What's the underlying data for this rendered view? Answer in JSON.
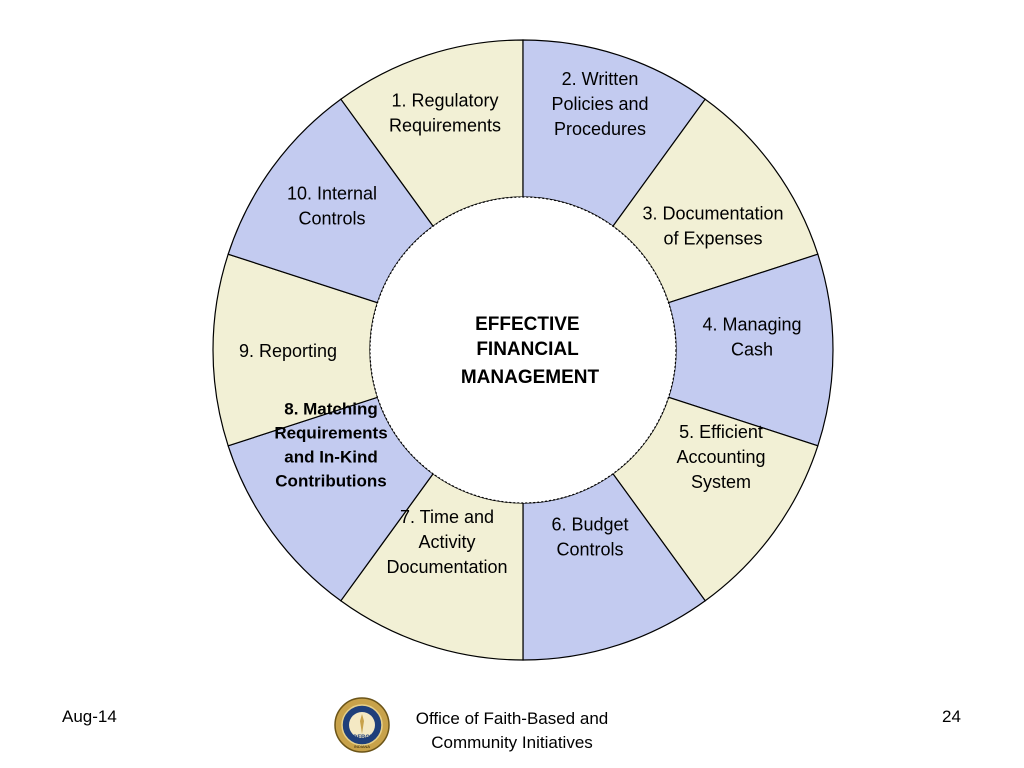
{
  "diagram": {
    "center_lines": [
      "EFFECTIVE",
      "FINANCIAL",
      "MANAGEMENT"
    ],
    "segments": [
      {
        "lines": [
          "1. Regulatory",
          "Requirements"
        ],
        "fill": "#f2f0d5",
        "bold": false
      },
      {
        "lines": [
          "2. Written",
          "Policies and",
          "Procedures"
        ],
        "fill": "#c3cbf0",
        "bold": false
      },
      {
        "lines": [
          "3. Documentation",
          "of Expenses"
        ],
        "fill": "#f2f0d5",
        "bold": false
      },
      {
        "lines": [
          "4. Managing",
          "Cash"
        ],
        "fill": "#c3cbf0",
        "bold": false
      },
      {
        "lines": [
          "5. Efficient",
          "Accounting",
          "System"
        ],
        "fill": "#f2f0d5",
        "bold": false
      },
      {
        "lines": [
          "6. Budget",
          "Controls"
        ],
        "fill": "#c3cbf0",
        "bold": false
      },
      {
        "lines": [
          "7. Time and",
          "Activity",
          "Documentation"
        ],
        "fill": "#f2f0d5",
        "bold": false
      },
      {
        "lines": [
          "8. Matching",
          "Requirements",
          "and In-Kind",
          "Contributions"
        ],
        "fill": "#c3cbf0",
        "bold": true
      },
      {
        "lines": [
          "9. Reporting"
        ],
        "fill": "#f2f0d5",
        "bold": false
      },
      {
        "lines": [
          "10. Internal",
          "Controls"
        ],
        "fill": "#c3cbf0",
        "bold": false
      }
    ]
  },
  "footer": {
    "date": "Aug-14",
    "office_line1": "Office of Faith-Based and",
    "office_line2": "Community Initiatives",
    "page": "24",
    "seal_text": "OFBCI",
    "seal_state": "INDIANA"
  }
}
